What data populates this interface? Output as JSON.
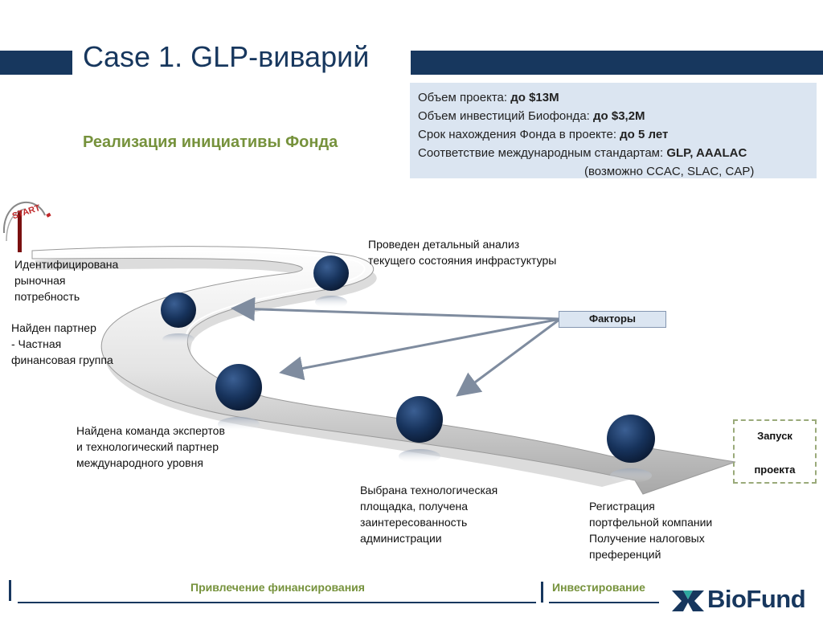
{
  "title": "Case 1. GLP-виварий",
  "subtitle": "Реализация инициативы Фонда",
  "info": {
    "lines": [
      {
        "label": "Объем проекта: ",
        "value": "до $13M"
      },
      {
        "label": "Объем инвестиций Биофонда: ",
        "value": "до $3,2M"
      },
      {
        "label": "Срок нахождения Фонда в проекте: ",
        "value": "до 5 лет"
      },
      {
        "label": "Соответствие международным стандартам: ",
        "value": "GLP, AAALAC"
      }
    ],
    "extra": "(возможно CCAC, SLAC, CAP)"
  },
  "start_sign": "START",
  "milestones": {
    "need": [
      "Идентифицирована",
      "рыночная",
      "потребность"
    ],
    "partner": [
      "Найден партнер",
      "- Частная",
      "финансовая группа"
    ],
    "team": [
      "Найдена команда экспертов",
      "и технологический партнер",
      "международного уровня"
    ],
    "analysis": [
      "Проведен детальный анализ",
      "текущего состояния инфрастуктуры"
    ],
    "site": [
      "Выбрана технологическая",
      "площадка,  получена",
      "заинтересованность",
      "администрации"
    ],
    "registration": [
      "Регистрация",
      "портфельной компании",
      "Получение налоговых",
      "преференций"
    ]
  },
  "factors_label": "Факторы",
  "launch": {
    "line1": "Запуск",
    "line2": "проекта"
  },
  "timeline": {
    "financing": "Привлечение финансирования",
    "investing": "Инвестирование"
  },
  "logo": "BioFund",
  "colors": {
    "navy": "#17375e",
    "green": "#76923c",
    "light_blue": "#dbe5f1",
    "dashed_green": "#9aaa7a"
  }
}
